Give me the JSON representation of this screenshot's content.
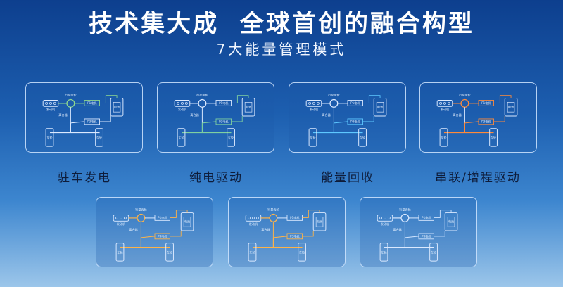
{
  "header": {
    "title": "技术集大成  全球首创的融合构型",
    "subtitle": "7大能量管理模式"
  },
  "modes": [
    {
      "label": "驻车发电",
      "accent": "#8fd88f"
    },
    {
      "label": "纯电驱动",
      "accent": "#7fd0a0"
    },
    {
      "label": "能量回收",
      "accent": "#5ec8ff"
    },
    {
      "label": "串联/增程驱动",
      "accent": "#ff8a3a"
    },
    {
      "label": "",
      "accent": "#ffb347"
    },
    {
      "label": "",
      "accent": "#ffb347"
    },
    {
      "label": "",
      "accent": "#d0e4ff"
    }
  ],
  "diagram_text": {
    "engine": "发动机",
    "transmission": "行星齿轮",
    "p1_motor": "P1电机",
    "p3_motor": "P3电机",
    "battery": "电池",
    "clutch": "离合器",
    "wheel": "车轮"
  }
}
